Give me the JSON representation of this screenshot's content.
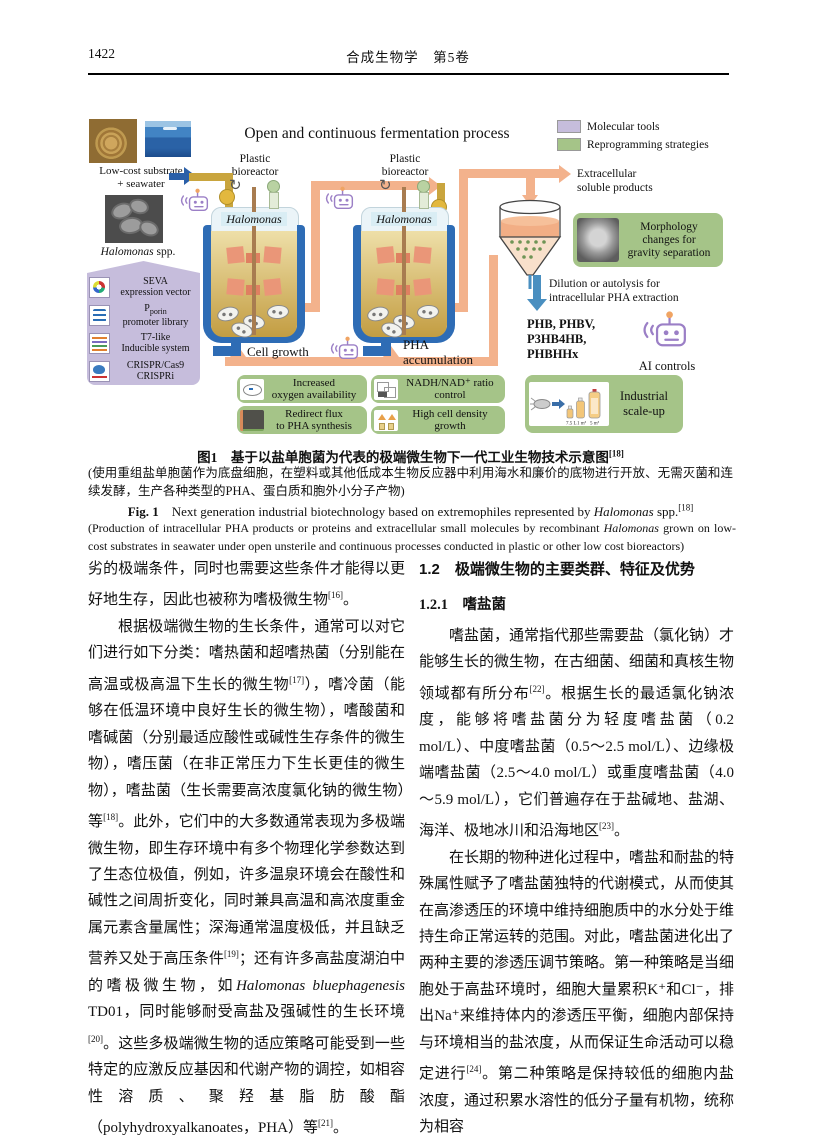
{
  "colors": {
    "accent_purple": "#c6bddc",
    "accent_green": "#a5c488",
    "pipe_orange": "#f3b28c",
    "reactor_blue": "#2e6cb5",
    "robot_purple": "#9b7fc6",
    "valve_yellow": "#e3b83e"
  },
  "header": {
    "page_number": "1422",
    "journal_title": "合成生物学　第5卷"
  },
  "figure": {
    "title": "Open and continuous fermentation process",
    "icons": {
      "rotation": "↻"
    },
    "legend": {
      "molecular": "Molecular tools",
      "reprogramming": "Reprogramming strategies"
    },
    "substrate_label": "Low-cost substrate\n+ seawater",
    "organism_label": "{{Halomonas}} spp.",
    "tools": [
      "SEVA\nexpression vector",
      "P((porin))\npromoter library",
      "T7-like\nInducible system",
      "CRISPR/Cas9\nCRISPRi"
    ],
    "bioreactor_caption": "Plastic\nbioreactor",
    "reactor_label": "Halomonas",
    "cell_growth": "Cell growth",
    "pha_accumulation": "PHA\naccumulation",
    "extracellular": "Extracellular\nsoluble products",
    "morphology": "Morphology\nchanges for\ngravity separation",
    "dilution": "Dilution or autolysis for\nintracellular PHA extraction",
    "products": "PHB, PHBV,\nP3HB4HB,\nPHBHHx",
    "ai_label": "AI controls",
    "scale_up": "Industrial\nscale-up",
    "scale_sizes": {
      "s1": "7.5 L",
      "s2": "1 m³",
      "s3": "5 m³"
    },
    "strategies": [
      "Increased\noxygen availability",
      "NADH/NAD⁺ ratio\ncontrol",
      "Redirect flux\nto PHA synthesis",
      "High cell density\ngrowth"
    ]
  },
  "caption": {
    "zh_title": "图1　基于以盐单胞菌为代表的极端微生物下一代工业生物技术示意图[[18]]",
    "zh_note": "(使用重组盐单胞菌作为底盘细胞，在塑料或其他低成本生物反应器中利用海水和廉价的底物进行开放、无需灭菌和连续发酵，生产各种类型的PHA、蛋白质和胞外小分子产物)",
    "en_title": "**Fig. 1**　Next generation industrial biotechnology based on extremophiles represented by {{Halomonas}} spp.[[18]]",
    "en_note": "(Production of intracellular PHA products or proteins and extracellular small molecules by recombinant {{Halomonas}} grown on low-cost substrates in seawater under open unsterile and continuous processes conducted in plastic or other low cost bioreactors)"
  },
  "body": {
    "left_paragraphs": [
      {
        "text": "劣的极端条件，同时也需要这些条件才能得以更好地生存，因此也被称为嗜极微生物[[16]]。"
      },
      {
        "text": "根据极端微生物的生长条件，通常可以对它们进行如下分类：嗜热菌和超嗜热菌（分别能在高温或极高温下生长的微生物[[17]]），嗜冷菌（能够在低温环境中良好生长的微生物），嗜酸菌和嗜碱菌（分别最适应酸性或碱性生存条件的微生物），嗜压菌（在非正常压力下生长更佳的微生物），嗜盐菌（生长需要高浓度氯化钠的微生物）等[[18]]。此外，它们中的大多数通常表现为多极端微生物，即生存环境中有多个物理化学参数达到了生态位极值，例如，许多温泉环境会在酸性和碱性之间周折变化，同时兼具高温和高浓度重金属元素含量属性；深海通常温度极低，并且缺乏营养又处于高压条件[[19]]；还有许多高盐度湖泊中的嗜极微生物，如{{Halomonas bluephagenesis}} TD01，同时能够耐受高盐及强碱性的生长环境[[20]]。这些多极端微生物的适应策略可能受到一些特定的应激反应基因和代谢产物的调控，如相容性溶质、聚羟基脂肪酸酯（polyhydroxyalkanoates，PHA）等[[21]]。"
      }
    ],
    "section_heading": "1.2　极端微生物的主要类群、特征及优势",
    "sub_heading": "1.2.1　嗜盐菌",
    "right_paragraphs": [
      {
        "text": "嗜盐菌，通常指代那些需要盐（氯化钠）才能够生长的微生物，在古细菌、细菌和真核生物领域都有所分布[[22]]。根据生长的最适氯化钠浓度，能够将嗜盐菌分为轻度嗜盐菌（0.2 mol/L）、中度嗜盐菌（0.5～2.5 mol/L）、边缘极端嗜盐菌（2.5～4.0 mol/L）或重度嗜盐菌（4.0～5.9 mol/L），它们普遍存在于盐碱地、盐湖、海洋、极地冰川和沿海地区[[23]]。"
      },
      {
        "text": "在长期的物种进化过程中，嗜盐和耐盐的特殊属性赋予了嗜盐菌独特的代谢模式，从而使其在高渗透压的环境中维持细胞质中的水分处于维持生命正常运转的范围。对此，嗜盐菌进化出了两种主要的渗透压调节策略。第一种策略是当细胞处于高盐环境时，细胞大量累积K⁺和Cl⁻，排出Na⁺来维持体内的渗透压平衡，细胞内部保持与环境相当的盐浓度，从而保证生命活动可以稳定进行[[24]]。第二种策略是保持较低的细胞内盐浓度，通过积累水溶性的低分子量有机物，统称为相容"
      }
    ]
  }
}
